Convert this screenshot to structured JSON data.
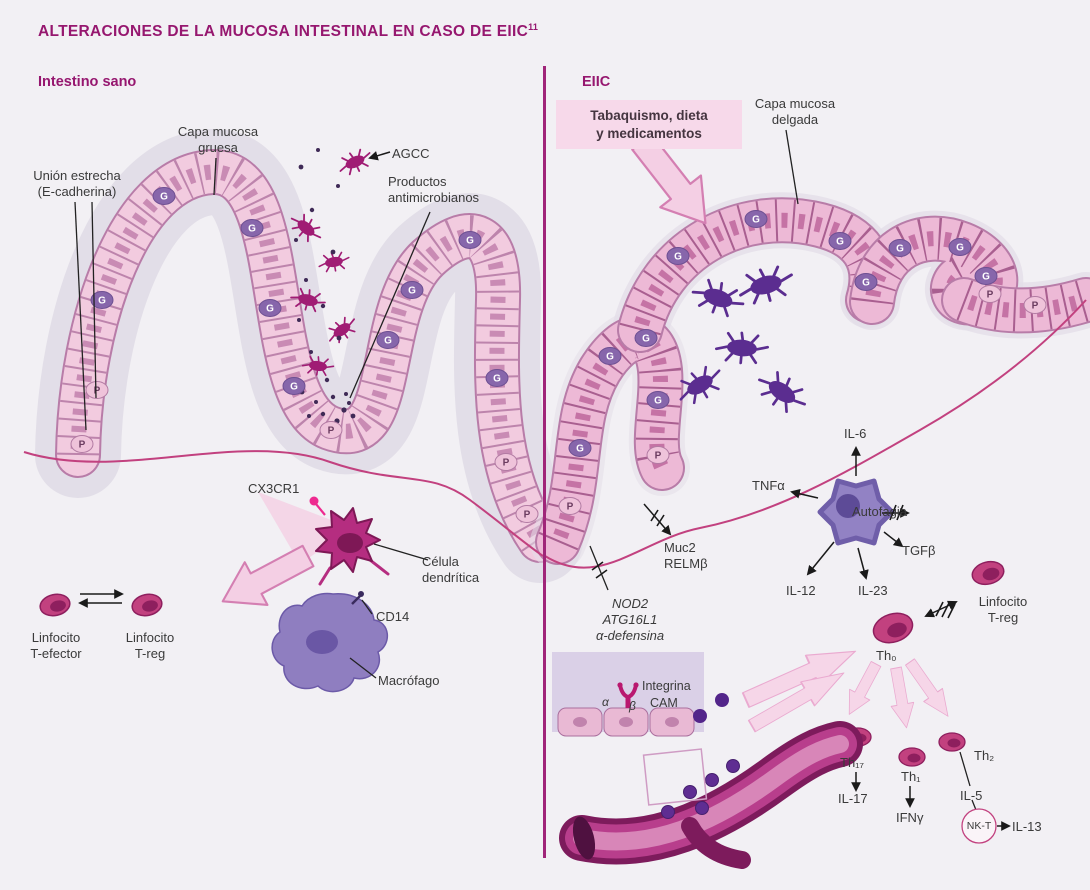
{
  "title": {
    "text": "ALTERACIONES DE LA MUCOSA INTESTINAL EN CASO DE EIIC",
    "superscript": "11"
  },
  "panels": {
    "left": {
      "heading": "Intestino sano",
      "capa_mucosa_l1": "Capa mucosa",
      "capa_mucosa_l2": "gruesa",
      "union_l1": "Unión estrecha",
      "union_l2": "(E-cadherina)",
      "agcc": "AGCC",
      "productos_l1": "Productos",
      "productos_l2": "antimicrobianos",
      "cx3cr1": "CX3CR1",
      "dendritica_l1": "Célula",
      "dendritica_l2": "dendrítica",
      "cd14": "CD14",
      "macrofago": "Macrófago",
      "t_efector_l1": "Linfocito",
      "t_efector_l2": "T-efector",
      "t_reg_l1": "Linfocito",
      "t_reg_l2": "T-reg"
    },
    "right": {
      "heading": "EIIC",
      "tabaquismo_l1": "Tabaquismo, dieta",
      "tabaquismo_l2": "y medicamentos",
      "capa_mucosa_l1": "Capa mucosa",
      "capa_mucosa_l2": "delgada",
      "il6": "IL-6",
      "tnfa": "TNFα",
      "autofagia": "Autofagia",
      "tgfb": "TGFβ",
      "il12": "IL-12",
      "il23": "IL-23",
      "t_reg_l1": "Linfocito",
      "t_reg_l2": "T-reg",
      "muc2": "Muc2",
      "relmb": "RELMβ",
      "nod2": "NOD2",
      "atg16l1": "ATG16L1",
      "adefensina": "α-defensina",
      "integrina": "Integrina",
      "cam": "CAM",
      "alpha": "α",
      "beta": "β",
      "th0": "Th₀",
      "th17": "Th₁₇",
      "th1": "Th₁",
      "th2": "Th₂",
      "il17": "IL-17",
      "ifng": "IFNγ",
      "il5": "IL-5",
      "nkt": "NK-T",
      "il13": "IL-13"
    }
  },
  "colors": {
    "accent": "#96176f",
    "divider": "#a02579",
    "bacteria_left": "#a01c74",
    "bacteria_right": "#5b2d90",
    "goblet": "#8766ab",
    "paneth": "#efc3da",
    "dots": "#3f2a56"
  },
  "illustration": {
    "cell_markers_left": [
      [
        102,
        300,
        "G"
      ],
      [
        164,
        196,
        "G"
      ],
      [
        252,
        228,
        "G"
      ],
      [
        270,
        308,
        "G"
      ],
      [
        294,
        386,
        "G"
      ],
      [
        388,
        340,
        "G"
      ],
      [
        412,
        290,
        "G"
      ],
      [
        470,
        240,
        "G"
      ],
      [
        497,
        378,
        "G"
      ],
      [
        82,
        444,
        "P"
      ],
      [
        97,
        390,
        "P"
      ],
      [
        331,
        430,
        "P"
      ],
      [
        506,
        462,
        "P"
      ],
      [
        527,
        514,
        "P"
      ]
    ],
    "cell_markers_right": [
      [
        580,
        448,
        "G"
      ],
      [
        610,
        356,
        "G"
      ],
      [
        646,
        338,
        "G"
      ],
      [
        658,
        400,
        "G"
      ],
      [
        678,
        256,
        "G"
      ],
      [
        756,
        219,
        "G"
      ],
      [
        840,
        241,
        "G"
      ],
      [
        866,
        282,
        "G"
      ],
      [
        900,
        248,
        "G"
      ],
      [
        960,
        247,
        "G"
      ],
      [
        986,
        276,
        "G"
      ],
      [
        570,
        506,
        "P"
      ],
      [
        658,
        455,
        "P"
      ],
      [
        990,
        294,
        "P"
      ],
      [
        1035,
        305,
        "P"
      ]
    ],
    "bacteria_left": [
      [
        355,
        162,
        -25,
        1
      ],
      [
        306,
        228,
        40,
        1
      ],
      [
        334,
        262,
        -10,
        0.9
      ],
      [
        308,
        300,
        15,
        1
      ],
      [
        342,
        330,
        -35,
        0.95
      ],
      [
        318,
        366,
        8,
        0.9
      ]
    ],
    "bacteria_right": [
      [
        718,
        298,
        20,
        1.5
      ],
      [
        766,
        285,
        -15,
        1.6
      ],
      [
        742,
        348,
        5,
        1.5
      ],
      [
        700,
        385,
        -30,
        1.4
      ],
      [
        782,
        392,
        35,
        1.5
      ]
    ],
    "dots": [
      [
        318,
        150,
        2
      ],
      [
        301,
        167,
        2.4
      ],
      [
        338,
        186,
        2
      ],
      [
        312,
        210,
        2.2
      ],
      [
        296,
        240,
        2
      ],
      [
        333,
        252,
        2.4
      ],
      [
        306,
        280,
        2
      ],
      [
        323,
        306,
        2.2
      ],
      [
        299,
        320,
        2
      ],
      [
        339,
        338,
        2.4
      ],
      [
        311,
        352,
        2
      ],
      [
        327,
        380,
        2.2
      ],
      [
        302,
        392,
        2.4
      ],
      [
        316,
        402,
        2
      ],
      [
        333,
        397,
        2.2
      ],
      [
        344,
        410,
        2.6
      ],
      [
        323,
        414,
        2.2
      ],
      [
        337,
        421,
        2.6
      ],
      [
        349,
        403,
        2
      ],
      [
        353,
        416,
        2.4
      ],
      [
        309,
        416,
        2
      ],
      [
        346,
        394,
        2
      ]
    ]
  }
}
